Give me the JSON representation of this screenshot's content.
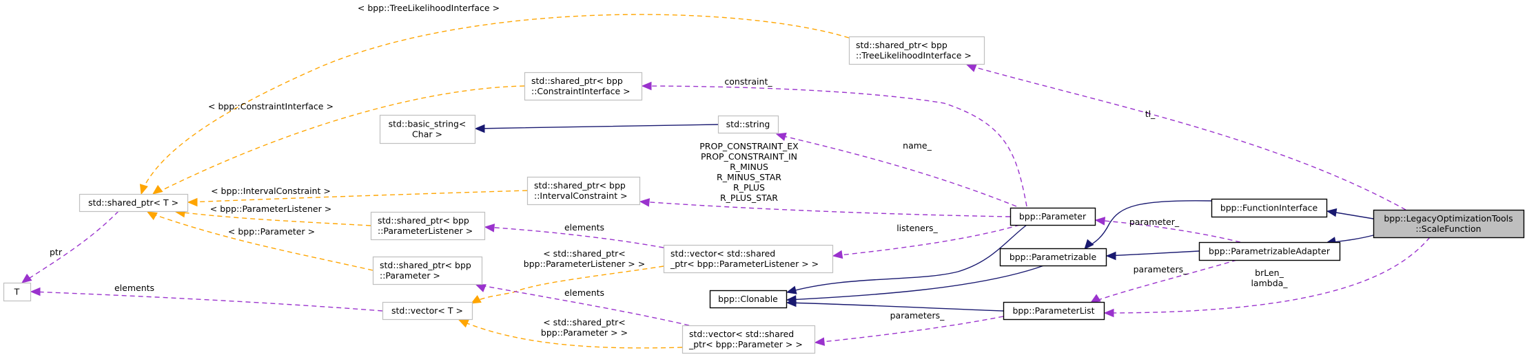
{
  "colors": {
    "inheritance": "#191970",
    "usage": "#9a32cd",
    "template": "#ffa500",
    "external_border": "#bfbfbf",
    "documented_border": "#000000",
    "focus_fill": "#bfbfbf"
  },
  "nodes": [
    {
      "id": "scale_function",
      "kind": "focus",
      "lines": [
        "bpp::LegacyOptimizationTools",
        "::ScaleFunction"
      ]
    },
    {
      "id": "function_interface",
      "kind": "documented",
      "lines": [
        "bpp::FunctionInterface"
      ]
    },
    {
      "id": "parametrizable_adapter",
      "kind": "documented",
      "lines": [
        "bpp::ParametrizableAdapter"
      ]
    },
    {
      "id": "parameter",
      "kind": "documented",
      "lines": [
        "bpp::Parameter"
      ]
    },
    {
      "id": "parametrizable",
      "kind": "documented",
      "lines": [
        "bpp::Parametrizable"
      ]
    },
    {
      "id": "parameter_list",
      "kind": "documented",
      "lines": [
        "bpp::ParameterList"
      ]
    },
    {
      "id": "clonable",
      "kind": "documented",
      "lines": [
        "bpp::Clonable"
      ]
    },
    {
      "id": "sp_tree_likelihood",
      "kind": "external",
      "lines": [
        "std::shared_ptr< bpp",
        "::TreeLikelihoodInterface >"
      ]
    },
    {
      "id": "sp_constraint_interface",
      "kind": "external",
      "lines": [
        "std::shared_ptr< bpp",
        "::ConstraintInterface >"
      ]
    },
    {
      "id": "basic_string",
      "kind": "external",
      "lines": [
        "std::basic_string<",
        "Char >"
      ]
    },
    {
      "id": "std_string",
      "kind": "external",
      "lines": [
        "std::string"
      ]
    },
    {
      "id": "sp_interval_constraint",
      "kind": "external",
      "lines": [
        "std::shared_ptr< bpp",
        "::IntervalConstraint >"
      ]
    },
    {
      "id": "shared_ptr_t",
      "kind": "external",
      "lines": [
        "std::shared_ptr< T >"
      ]
    },
    {
      "id": "sp_parameter_listener",
      "kind": "external",
      "lines": [
        "std::shared_ptr< bpp",
        "::ParameterListener >"
      ]
    },
    {
      "id": "sp_parameter",
      "kind": "external",
      "lines": [
        "std::shared_ptr< bpp",
        "::Parameter >"
      ]
    },
    {
      "id": "t",
      "kind": "external",
      "lines": [
        "T"
      ]
    },
    {
      "id": "vector_t",
      "kind": "external",
      "lines": [
        "std::vector< T >"
      ]
    },
    {
      "id": "vector_sp_parameter_listener",
      "kind": "external",
      "lines": [
        "std::vector< std::shared",
        "_ptr< bpp::ParameterListener > >"
      ]
    },
    {
      "id": "vector_sp_parameter",
      "kind": "external",
      "lines": [
        "std::vector< std::shared",
        "_ptr< bpp::Parameter > >"
      ]
    }
  ],
  "edges": [
    {
      "id": "e1",
      "type": "template",
      "from": "sp_tree_likelihood",
      "to": "shared_ptr_t",
      "label": [
        "< bpp::TreeLikelihoodInterface >"
      ]
    },
    {
      "id": "e2",
      "type": "template",
      "from": "sp_constraint_interface",
      "to": "shared_ptr_t",
      "label": [
        "< bpp::ConstraintInterface >"
      ]
    },
    {
      "id": "e3",
      "type": "template",
      "from": "sp_interval_constraint",
      "to": "shared_ptr_t",
      "label": [
        "< bpp::IntervalConstraint >"
      ]
    },
    {
      "id": "e4",
      "type": "template",
      "from": "sp_parameter_listener",
      "to": "shared_ptr_t",
      "label": [
        "< bpp::ParameterListener >"
      ]
    },
    {
      "id": "e5",
      "type": "template",
      "from": "sp_parameter",
      "to": "shared_ptr_t",
      "label": [
        "< bpp::Parameter >"
      ]
    },
    {
      "id": "e6",
      "type": "template",
      "from": "vector_sp_parameter_listener",
      "to": "vector_t",
      "label": [
        "< std::shared_ptr<",
        "bpp::ParameterListener > >"
      ]
    },
    {
      "id": "e7",
      "type": "template",
      "from": "vector_sp_parameter",
      "to": "vector_t",
      "label": [
        "< std::shared_ptr<",
        "bpp::Parameter > >"
      ]
    },
    {
      "id": "e8",
      "type": "usage",
      "from": "shared_ptr_t",
      "to": "t",
      "label": [
        "ptr"
      ]
    },
    {
      "id": "e9",
      "type": "usage",
      "from": "vector_t",
      "to": "t",
      "label": [
        "elements"
      ]
    },
    {
      "id": "e10",
      "type": "usage",
      "from": "vector_sp_parameter_listener",
      "to": "sp_parameter_listener",
      "label": [
        "elements"
      ]
    },
    {
      "id": "e11",
      "type": "usage",
      "from": "vector_sp_parameter",
      "to": "sp_parameter",
      "label": [
        "elements"
      ]
    },
    {
      "id": "e12",
      "type": "usage",
      "from": "parameter",
      "to": "sp_constraint_interface",
      "label": [
        "constraint_"
      ]
    },
    {
      "id": "e13",
      "type": "usage",
      "from": "parameter",
      "to": "std_string",
      "label": [
        "name_"
      ]
    },
    {
      "id": "e14",
      "type": "usage",
      "from": "parameter",
      "to": "sp_interval_constraint",
      "label": [
        "PROP_CONSTRAINT_EX",
        "PROP_CONSTRAINT_IN",
        "R_MINUS",
        "R_MINUS_STAR",
        "R_PLUS",
        "R_PLUS_STAR"
      ]
    },
    {
      "id": "e15",
      "type": "usage",
      "from": "parameter",
      "to": "vector_sp_parameter_listener",
      "label": [
        "listeners_"
      ]
    },
    {
      "id": "e16",
      "type": "usage",
      "from": "parameter_list",
      "to": "vector_sp_parameter",
      "label": [
        "parameters_"
      ]
    },
    {
      "id": "e17",
      "type": "usage",
      "from": "scale_function",
      "to": "sp_tree_likelihood",
      "label": [
        "tl_"
      ]
    },
    {
      "id": "e18",
      "type": "usage",
      "from": "parametrizable_adapter",
      "to": "parameter",
      "label": [
        "parameter_"
      ]
    },
    {
      "id": "e19",
      "type": "usage",
      "from": "parametrizable_adapter",
      "to": "parameter_list",
      "label": [
        "parameters_"
      ]
    },
    {
      "id": "e20",
      "type": "usage",
      "from": "scale_function",
      "to": "parameter_list",
      "label": [
        "brLen_",
        "lambda_"
      ]
    },
    {
      "id": "e21",
      "type": "inheritance",
      "from": "std_string",
      "to": "basic_string",
      "label": []
    },
    {
      "id": "e22",
      "type": "inheritance",
      "from": "function_interface",
      "to": "parametrizable",
      "label": []
    },
    {
      "id": "e23",
      "type": "inheritance",
      "from": "scale_function",
      "to": "function_interface",
      "label": []
    },
    {
      "id": "e24",
      "type": "inheritance",
      "from": "scale_function",
      "to": "parametrizable_adapter",
      "label": []
    },
    {
      "id": "e25",
      "type": "inheritance",
      "from": "parametrizable_adapter",
      "to": "parametrizable",
      "label": []
    },
    {
      "id": "e26",
      "type": "inheritance",
      "from": "parameter",
      "to": "clonable",
      "label": []
    },
    {
      "id": "e27",
      "type": "inheritance",
      "from": "parametrizable",
      "to": "clonable",
      "label": []
    },
    {
      "id": "e28",
      "type": "inheritance",
      "from": "parameter_list",
      "to": "clonable",
      "label": []
    }
  ]
}
